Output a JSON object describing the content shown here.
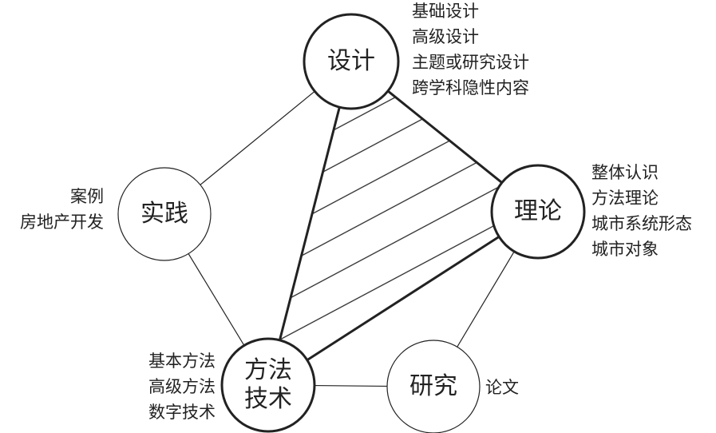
{
  "nodes": {
    "design": {
      "label": "设计",
      "annotations": [
        "基础设计",
        "高级设计",
        "主题或研究设计",
        "跨学科隐性内容"
      ]
    },
    "theory": {
      "label": "理论",
      "annotations": [
        "整体认识",
        "方法理论",
        "城市系统形态",
        "城市对象"
      ]
    },
    "practice": {
      "label": "实践",
      "annotations": [
        "案例",
        "房地产开发"
      ]
    },
    "method": {
      "label_line1": "方法",
      "label_line2": "技术",
      "annotations": [
        "基本方法",
        "高级方法",
        "数字技术"
      ]
    },
    "research": {
      "label": "研究",
      "annotations": [
        "论文"
      ]
    }
  },
  "colors": {
    "stroke": "#222222",
    "background": "#ffffff"
  }
}
